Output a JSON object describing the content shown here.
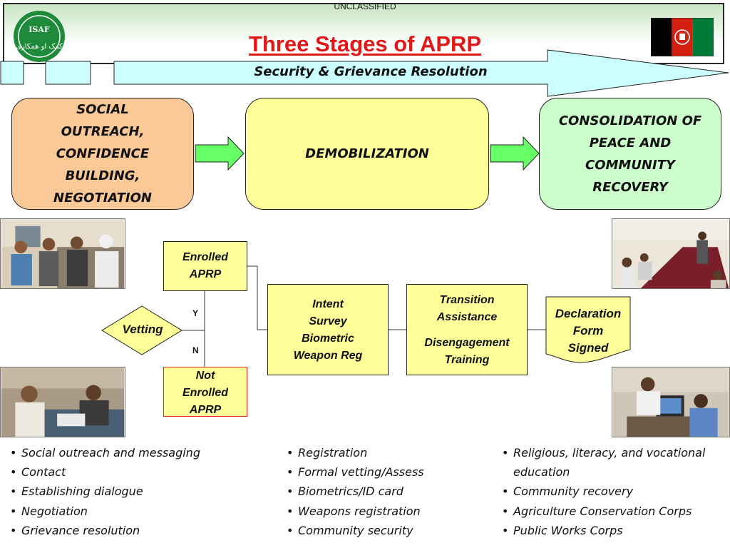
{
  "header": {
    "classification": "UNCLASSIFIED",
    "title": "Three Stages of APRP",
    "subtitle": "Security & Grievance Resolution",
    "logo_text": "ISAF",
    "logo_subtext": "کمک او همکاری"
  },
  "colors": {
    "title_red": "#e01818",
    "stage1_fill": "#fbc897",
    "stage2_fill": "#ffff99",
    "stage3_fill": "#ccffcc",
    "arrow_green": "#66ff66",
    "band_fill": "#ccffff",
    "isaf_green": "#1e8a3a"
  },
  "stages": [
    {
      "label": "SOCIAL\nOUTREACH,\nCONFIDENCE\nBUILDING,\nNEGOTIATION"
    },
    {
      "label": "DEMOBILIZATION"
    },
    {
      "label": "CONSOLIDATION OF\nPEACE AND\nCOMMUNITY\nRECOVERY"
    }
  ],
  "flow": {
    "enrolled": [
      "Enrolled",
      "APRP"
    ],
    "not_enrolled": [
      "Not",
      "Enrolled",
      "APRP"
    ],
    "yes_label": "Y",
    "no_label": "N",
    "vetting": "Vetting",
    "intent_box": [
      "Intent",
      "Survey",
      "Biometric",
      "Weapon Reg"
    ],
    "transition_box": {
      "top": [
        "Transition",
        "Assistance"
      ],
      "bottom": [
        "Disengagement",
        "Training"
      ]
    },
    "declaration": [
      "Declaration",
      "Form",
      "Signed"
    ]
  },
  "bullets": {
    "stage1": [
      "Social outreach and messaging",
      "Contact",
      "Establishing dialogue",
      "Negotiation",
      "Grievance resolution"
    ],
    "stage2": [
      "Registration",
      "Formal vetting/Assess",
      "Biometrics/ID card",
      "Weapons registration",
      "Community security"
    ],
    "stage3": [
      "Religious, literacy, and vocational education",
      "Community recovery",
      "Agriculture Conservation Corps",
      "Public Works Corps"
    ]
  },
  "icons": {
    "logo": "isaf-logo",
    "flag": "afghanistan-flag-icon",
    "stage_arrow": "right-arrow-icon"
  }
}
